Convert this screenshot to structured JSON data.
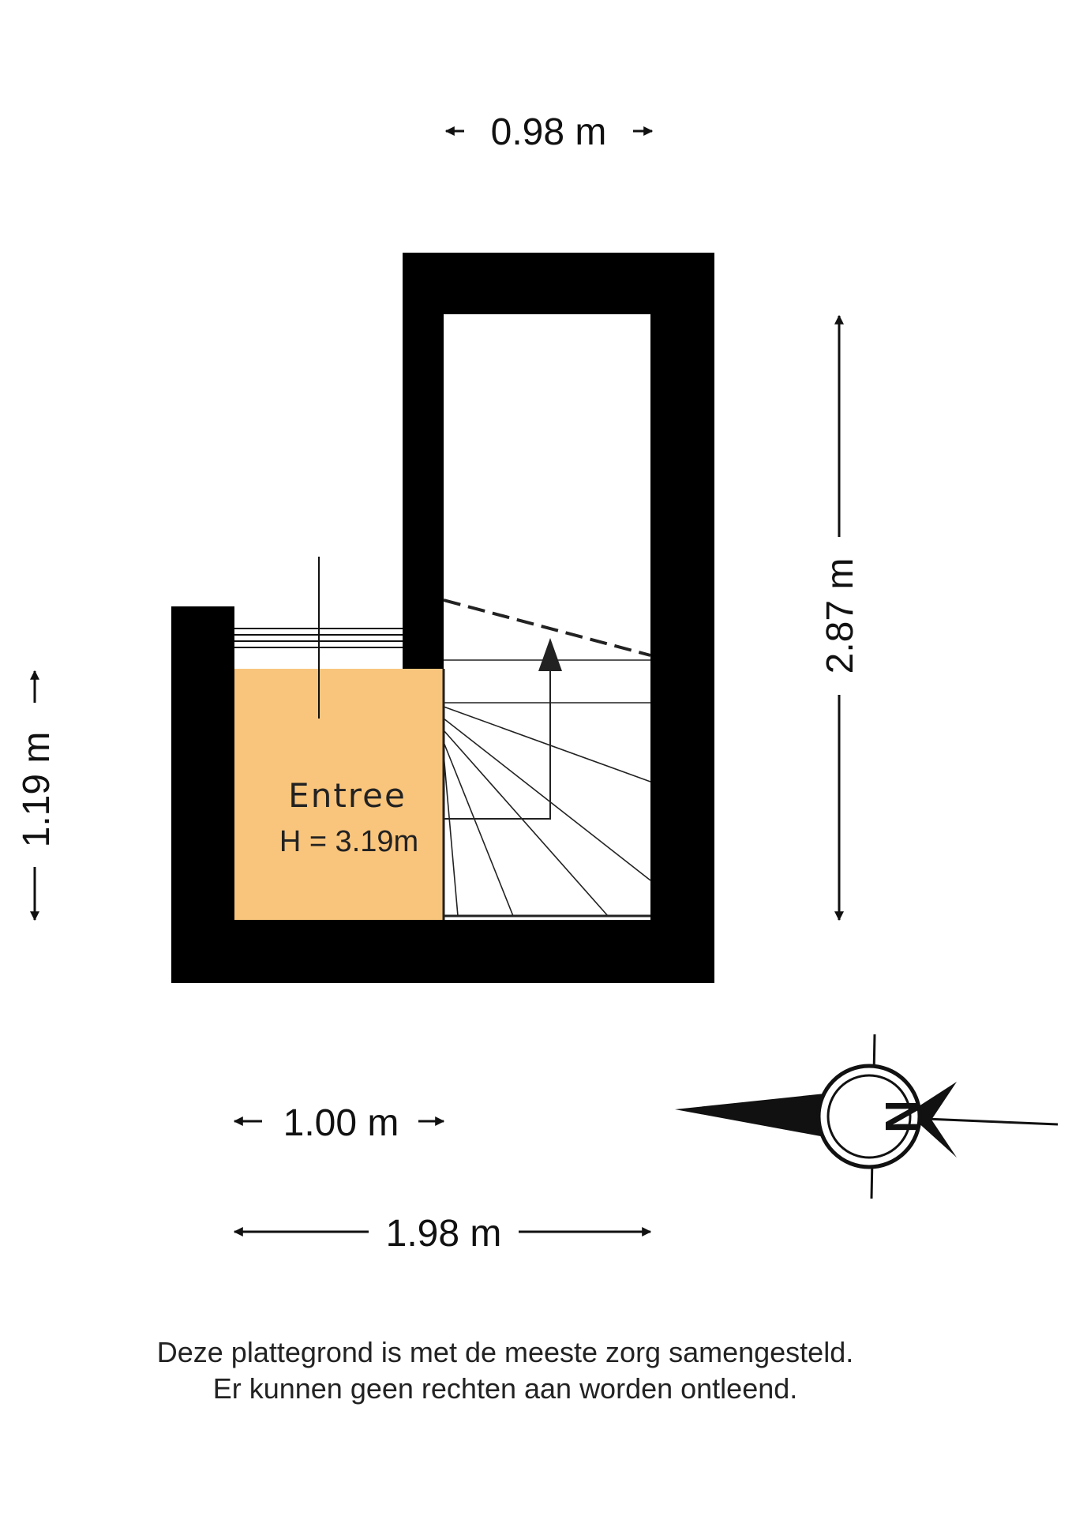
{
  "dimensions": {
    "top_width": "0.98 m",
    "right_height": "2.87 m",
    "left_height": "1.19 m",
    "entree_width": "1.00 m",
    "total_width": "1.98 m"
  },
  "rooms": [
    {
      "name": "Entree",
      "height_label": "H = 3.19m",
      "fill": "#F9C57C"
    }
  ],
  "colors": {
    "walls": "#000000",
    "room_fill": "#F9C57C",
    "background": "#FFFFFF"
  },
  "compass": {
    "label": "N",
    "icon": "compass-rose-icon"
  },
  "disclaimer": {
    "line1": "Deze plattegrond is met de meeste zorg samengesteld.",
    "line2": "Er kunnen geen rechten aan worden ontleend."
  }
}
